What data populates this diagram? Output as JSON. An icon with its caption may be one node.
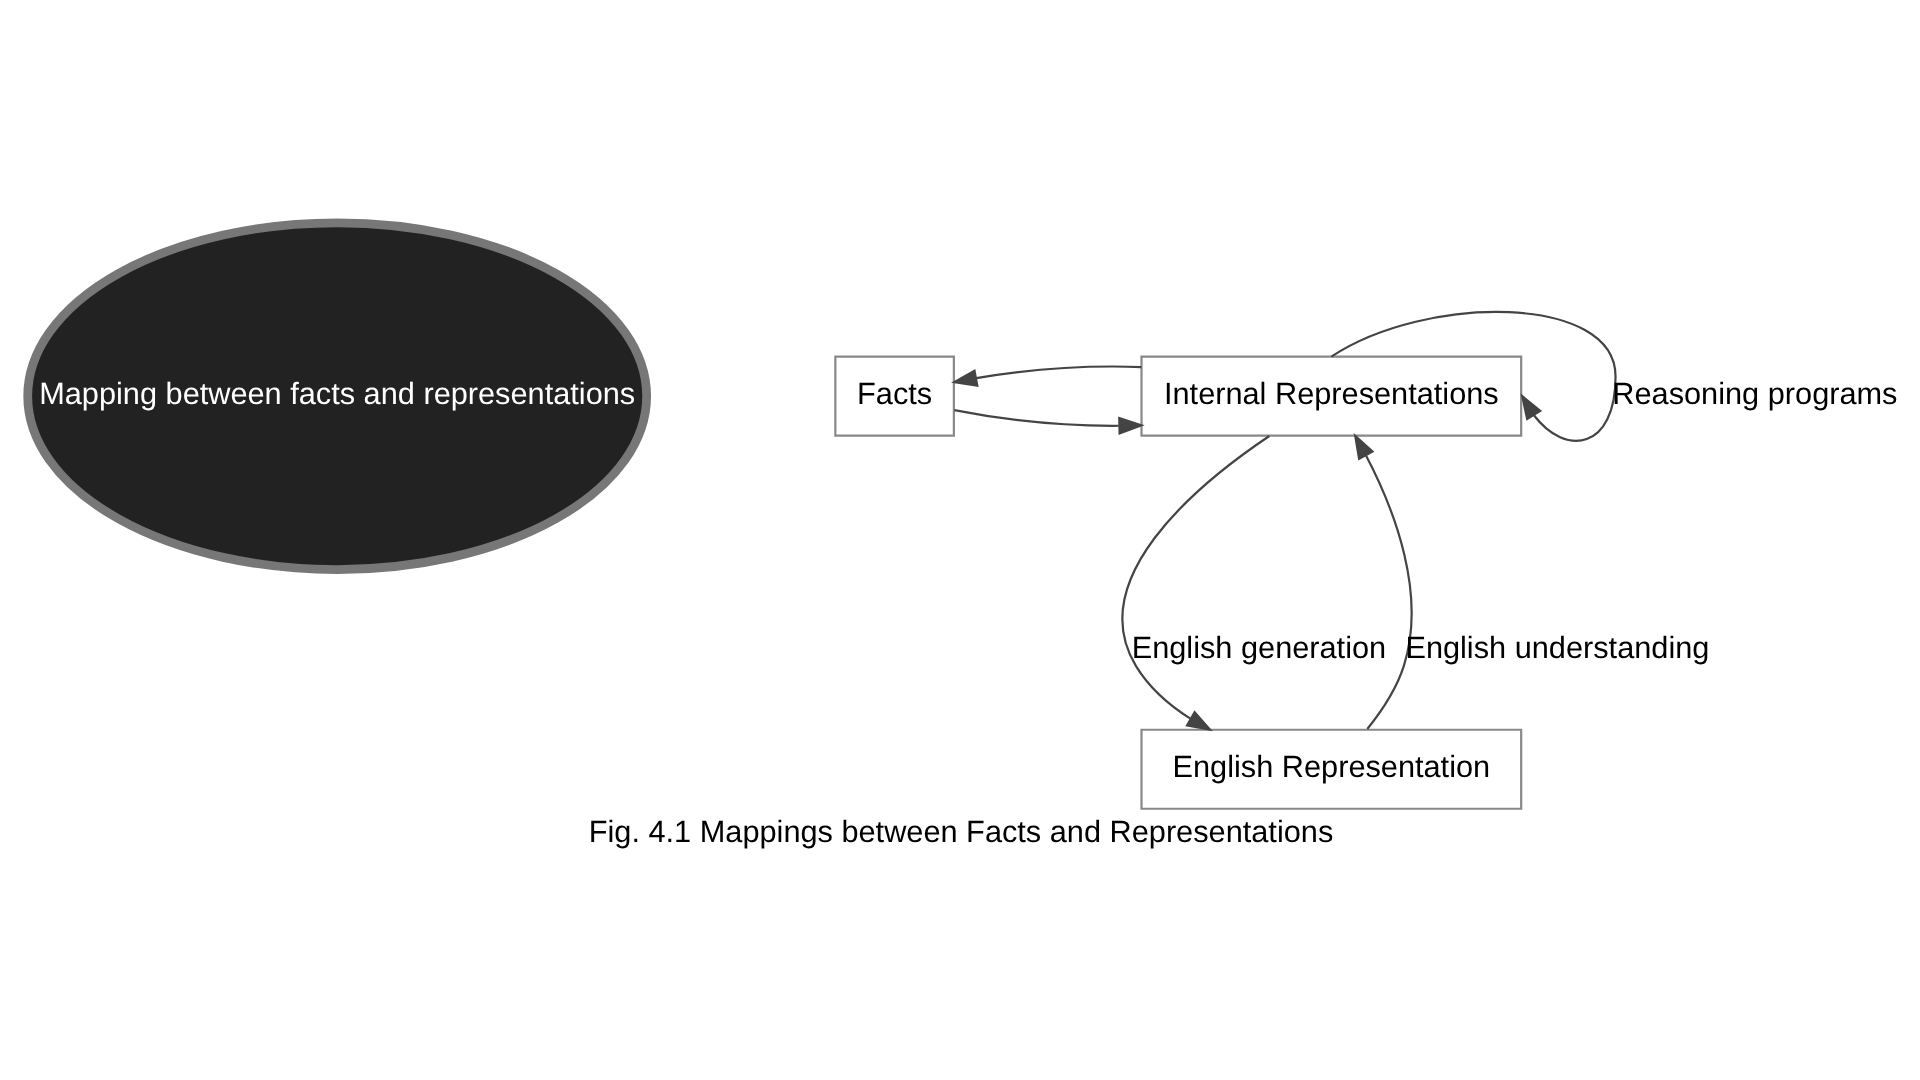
{
  "diagram": {
    "caption": "Fig. 4.1 Mappings between Facts and Representations",
    "nodes": [
      {
        "text": [
          "Mapping between facts and representations"
        ]
      },
      {
        "text": [
          "Facts"
        ]
      },
      {
        "text": [
          "Internal Representations"
        ]
      },
      {
        "text": [
          "English Representation"
        ]
      }
    ],
    "edges": [
      {
        "from": 1,
        "to": 2,
        "arrow": "to"
      },
      {
        "from": 2,
        "to": 1,
        "arrow": "to"
      },
      {
        "from": 2,
        "to": 2,
        "arrow": "to",
        "label": "Reasoning programs"
      },
      {
        "from": 3,
        "to": 2,
        "arrow": "to",
        "label": "English understanding"
      },
      {
        "from": 2,
        "to": 3,
        "arrow": "to",
        "label": "English generation"
      }
    ]
  }
}
